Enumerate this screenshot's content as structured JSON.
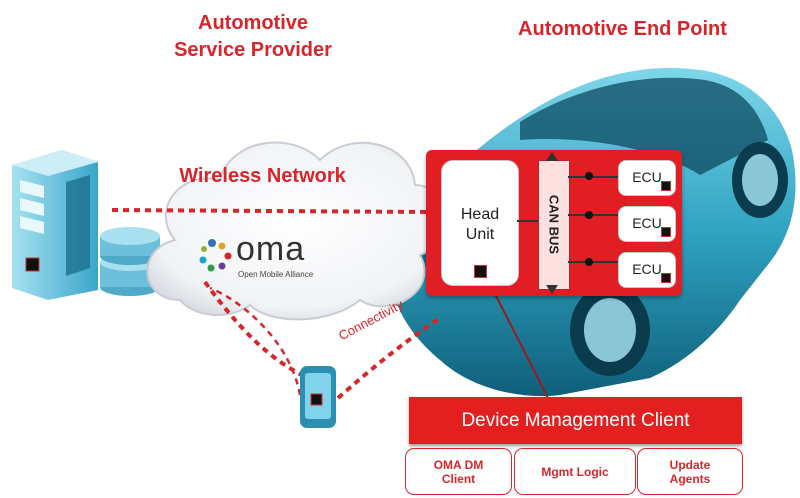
{
  "titles": {
    "service_provider": "Automotive\nService Provider",
    "end_point": "Automotive End Point",
    "wireless_network": "Wireless Network"
  },
  "oma": {
    "logo_text": "oma",
    "tagline": "Open Mobile Alliance"
  },
  "connectivity_label": "Connectivity",
  "head_unit": "Head\nUnit",
  "can_bus": "CAN BUS",
  "ecus": [
    "ECU",
    "ECU",
    "ECU"
  ],
  "device_management_client": "Device Management Client",
  "client_components": [
    "OMA DM\nClient",
    "Mgmt Logic",
    "Update\nAgents"
  ],
  "colors": {
    "accent_red": "#e01e24",
    "car_blue": "#3ab0cc",
    "server_blue": "#5bc3e0"
  }
}
